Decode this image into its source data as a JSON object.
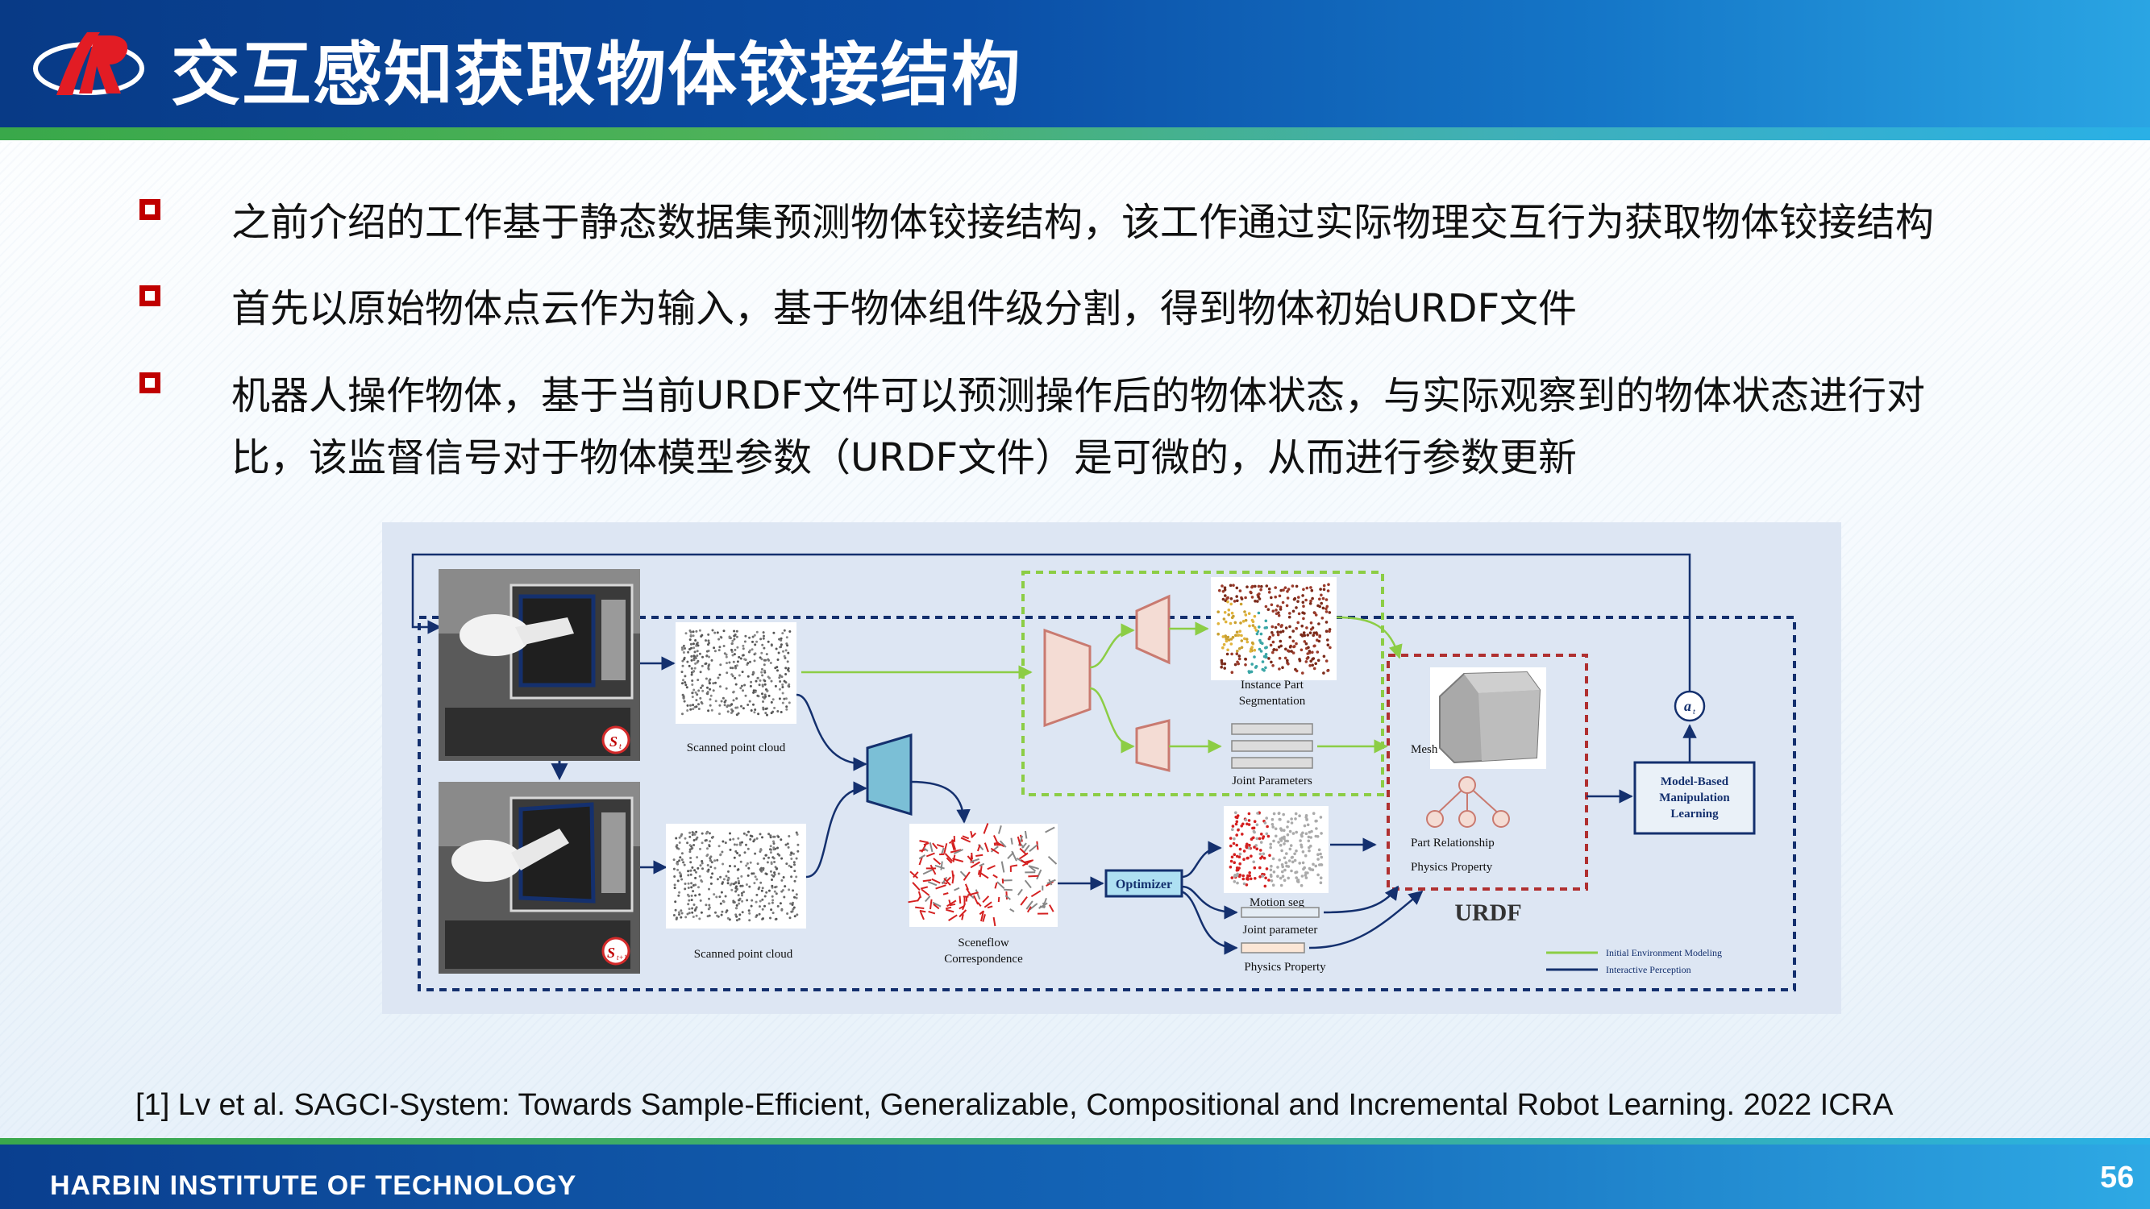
{
  "header": {
    "title": "交互感知获取物体铰接结构"
  },
  "bullets": [
    {
      "lines": [
        "之前介绍的工作基于静态数据集预测物体铰接结构，该工作通过实际物理交互行为获取物体铰接结构"
      ]
    },
    {
      "lines": [
        "首先以原始物体点云作为输入，基于物体组件级分割，得到物体初始URDF文件"
      ]
    },
    {
      "lines": [
        "机器人操作物体，基于当前URDF文件可以预测操作后的物体状态，与实际观察到的物体状态进行对",
        "比，该监督信号对于物体模型参数（URDF文件）是可微的，从而进行参数更新"
      ]
    }
  ],
  "figure": {
    "labels": {
      "scanned_top": "Scanned point cloud",
      "scanned_bottom": "Scanned point cloud",
      "instance_part_1": "Instance Part",
      "instance_part_2": "Segmentation",
      "joint_params": "Joint Parameters",
      "mesh": "Mesh",
      "part_relationship": "Part Relationship",
      "physics_property_urdf": "Physics Property",
      "urdf": "URDF",
      "model_based_1": "Model-Based",
      "model_based_2": "Manipulation",
      "model_based_3": "Learning",
      "action": "a",
      "action_sub": "t",
      "optimizer": "Optimizer",
      "sceneflow_1": "Sceneflow",
      "sceneflow_2": "Correspondence",
      "motion_seg": "Motion seg",
      "joint_parameter": "Joint parameter",
      "physics_property": "Physics Property",
      "state_t": "S",
      "state_t_sub": "t",
      "state_t1": "S",
      "state_t1_sub": "t+1",
      "legend_green": "Initial Environment Modeling",
      "legend_navy": "Interactive Perception"
    },
    "colors": {
      "green": "#8ccd45",
      "navy": "#14306e",
      "urdf_red": "#b03030",
      "encoder_fill": "#f4dcd4",
      "encoder_stroke": "#c97a70",
      "teal": "#7bbfd6"
    }
  },
  "reference": "[1] Lv et al. SAGCI-System: Towards Sample-Efficient, Generalizable, Compositional and Incremental Robot Learning. 2022 ICRA",
  "footer": {
    "institute": "HARBIN INSTITUTE OF TECHNOLOGY",
    "page": "56"
  }
}
